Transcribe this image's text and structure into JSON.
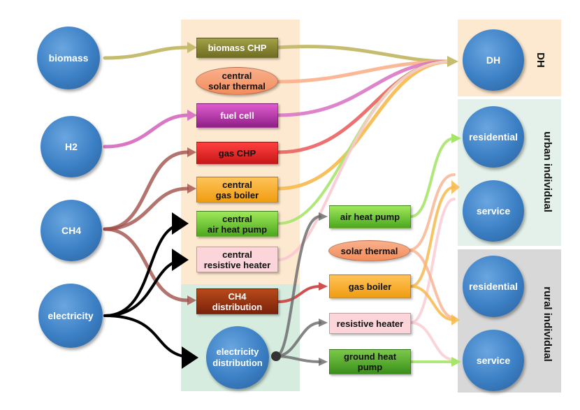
{
  "sources": {
    "biomass": "biomass",
    "h2": "H2",
    "ch4": "CH4",
    "electricity": "electricity"
  },
  "central": {
    "biomass_chp": "biomass CHP",
    "central_solar_thermal": "central\nsolar thermal",
    "fuel_cell": "fuel cell",
    "gas_chp": "gas CHP",
    "central_gas_boiler": "central\ngas boiler",
    "central_air_heat_pump": "central\nair heat pump",
    "central_resistive_heater": "central\nresistive heater"
  },
  "distribution": {
    "ch4_distribution": "CH4\ndistribution",
    "electricity_distribution": "electricity\ndistribution"
  },
  "individual": {
    "air_heat_pump": "air heat pump",
    "solar_thermal": "solar thermal",
    "gas_boiler": "gas boiler",
    "resistive_heater": "resistive heater",
    "ground_heat_pump": "ground heat\npump"
  },
  "sinks": {
    "dh": "DH",
    "urban_residential": "residential",
    "urban_service": "service",
    "rural_residential": "residential",
    "rural_service": "service"
  },
  "groups": {
    "dh_label": "DH",
    "urban_label": "urban individual",
    "rural_label": "rural individual"
  },
  "colors": {
    "biomass_flow": "#c5bc70",
    "solar_central_flow": "#f9b08c",
    "fuel_cell_flow": "#d977c4",
    "gas_chp_flow": "#ea5858",
    "gas_boiler_flow": "#f7b94b",
    "air_hp_flow": "#a6e46a",
    "resistive_flow": "#f9c9cf",
    "ch4_flow": "#a0504a",
    "electricity_flow": "#000000",
    "elec_individual_flow": "#666666",
    "circle": "#3b7fc4",
    "central_panel": "#fde8d0",
    "distribution_panel": "#d5ecdf",
    "dh_panel": "#fde8d0",
    "urban_panel": "#e3f1ea",
    "rural_panel": "#d8d8d8"
  }
}
